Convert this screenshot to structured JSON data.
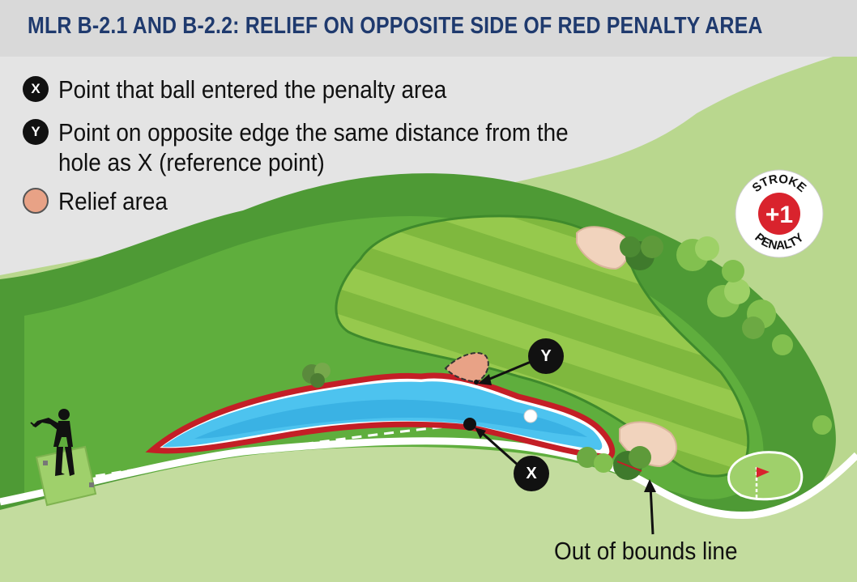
{
  "title": "MLR B-2.1 AND B-2.2:  RELIEF ON OPPOSITE SIDE OF RED PENALTY AREA",
  "legend": {
    "x": {
      "marker": "X",
      "text": "Point that ball entered the penalty area"
    },
    "y": {
      "marker": "Y",
      "line1": "Point on opposite edge the same distance from the",
      "line2": "hole as X (reference point)"
    },
    "relief": {
      "text": "Relief area"
    }
  },
  "callouts": {
    "y": "Y",
    "x": "X"
  },
  "out_of_bounds_label": "Out of bounds line",
  "penalty_badge": {
    "top": "STROKE",
    "value": "+1",
    "bottom": "PENALTY"
  },
  "colors": {
    "title_text": "#1f3a6e",
    "penalty_red": "#d9232d",
    "relief_area": "#e8a286",
    "water": "#4dc3ef",
    "fairway": "#8fc449",
    "rough": "#4e9a35",
    "light_grass": "#c3dc9e"
  },
  "icons": [
    "golfer-silhouette",
    "flag-icon",
    "tree-icon",
    "golf-ball-icon"
  ]
}
